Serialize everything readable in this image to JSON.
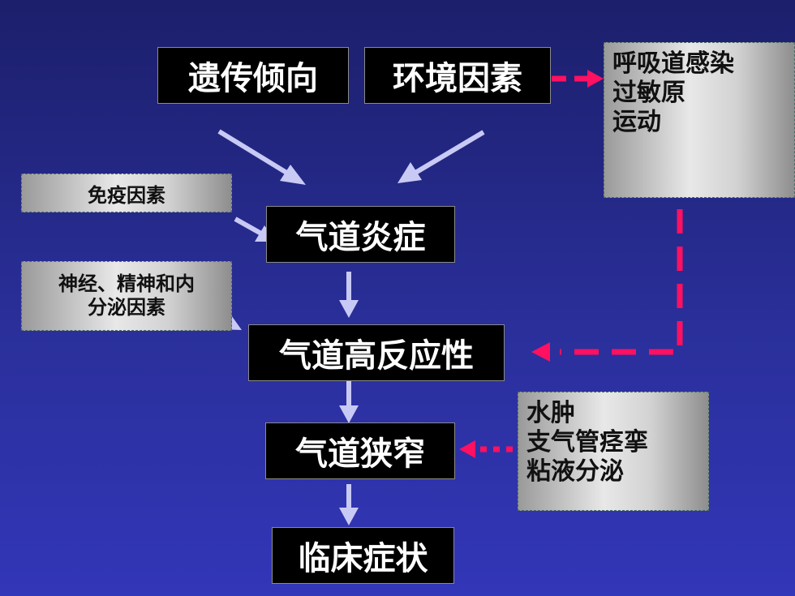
{
  "nodes": {
    "genetic": "遗传倾向",
    "environment": "环境因素",
    "triggers": [
      "呼吸道感染",
      "过敏原",
      "运动"
    ],
    "immune": "免疫因素",
    "neuro": [
      "神经、精神和内",
      "分泌因素"
    ],
    "inflammation": "气道炎症",
    "hyperresponsiveness": "气道高反应性",
    "narrowing": "气道狭窄",
    "mechanisms": [
      "水肿",
      "支气管痉挛",
      "粘液分泌"
    ],
    "symptoms": "临床症状"
  },
  "colors": {
    "arrow_solid": "#c8caf5",
    "arrow_dashed": "#ff1060",
    "background": "#2a2f9a"
  }
}
